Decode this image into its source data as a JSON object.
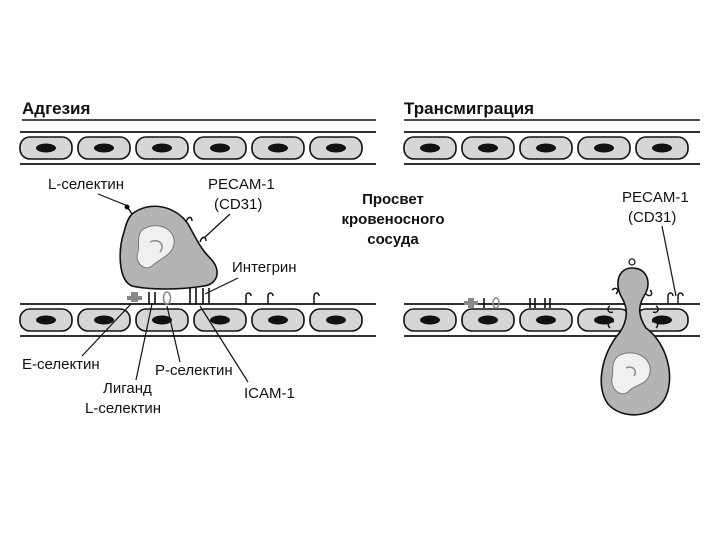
{
  "titles": {
    "left": "Адгезия",
    "right": "Трансмиграция"
  },
  "center_label": [
    "Просвет",
    "кровеносного",
    "сосуда"
  ],
  "left_labels": {
    "l_selectin": "L-селектин",
    "pecam_line1": "PECAM-1",
    "pecam_line2": "(CD31)",
    "integrin": "Интегрин",
    "e_selectin": "E-селектин",
    "p_selectin": "P-селектин",
    "ligand_line1": "Лиганд",
    "ligand_line2": "L-селектин",
    "icam": "ICAM-1"
  },
  "right_labels": {
    "pecam_line1": "PECAM-1",
    "pecam_line2": "(CD31)"
  },
  "colors": {
    "ink": "#111111",
    "cell_fill": "#d6d6d6",
    "leukocyte_fill": "#b4b4b4",
    "nucleus_fill": "#f0f0f0"
  }
}
